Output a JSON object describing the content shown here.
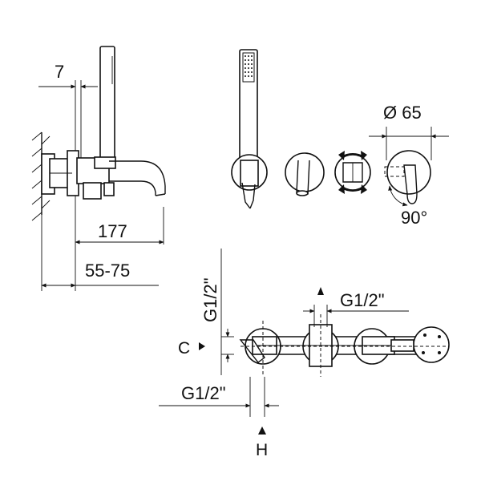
{
  "dimensions": {
    "wall_offset": "7",
    "spout_length": "177",
    "wall_range": "55-75",
    "diameter": "Ø 65",
    "rotation": "90°",
    "thread_vertical": "G1/2\"",
    "thread_horizontal": "G1/2\"",
    "thread_bottom": "G1/2\"",
    "label_c": "C",
    "label_h": "H"
  },
  "colors": {
    "line": "#111111",
    "background": "#ffffff"
  }
}
